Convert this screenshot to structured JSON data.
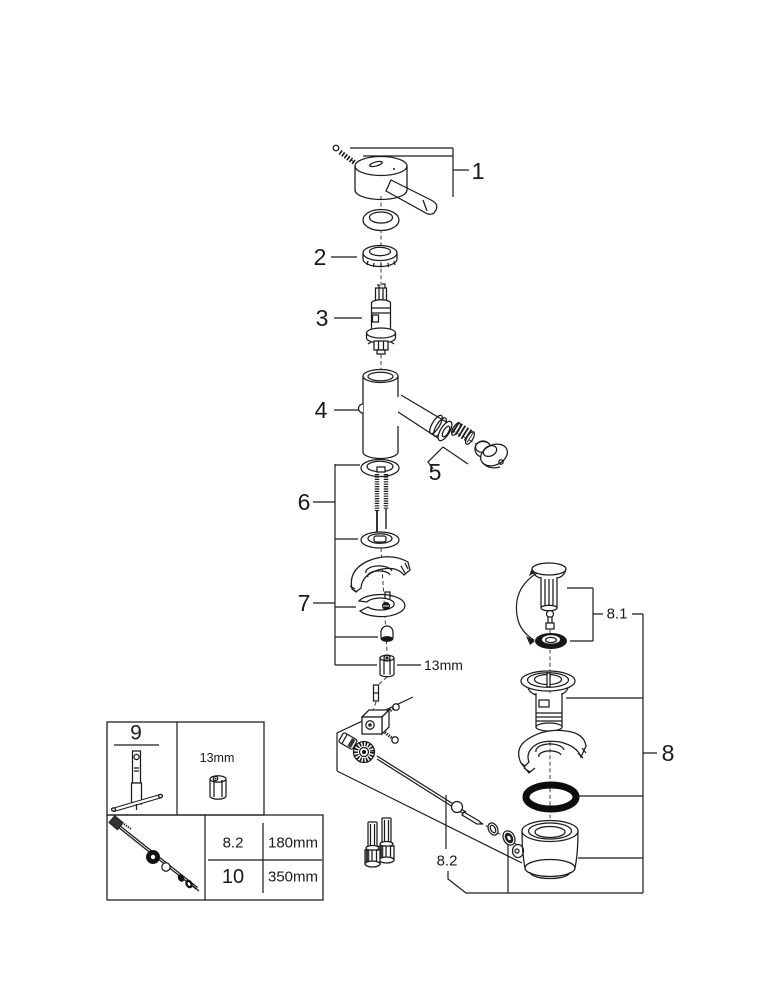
{
  "diagram": {
    "type": "exploded-parts-diagram",
    "subject": "single-lever basin/bidet mixer with pop-up waste",
    "line_color": "#1b1b1b",
    "background": "#ffffff",
    "callouts": {
      "p1": "1",
      "p2": "2",
      "p3": "3",
      "p4": "4",
      "p5": "5",
      "p6": "6",
      "p7": "7",
      "p8": "8",
      "p8_1": "8.1",
      "p8_2": "8.2"
    },
    "annotations": {
      "hex_nut_size": "13mm"
    },
    "inset": {
      "tool_ref": "9",
      "socket_size": "13mm",
      "rows": [
        {
          "ref": "8.2",
          "length": "180mm"
        },
        {
          "ref": "10",
          "length": "350mm"
        }
      ]
    }
  }
}
